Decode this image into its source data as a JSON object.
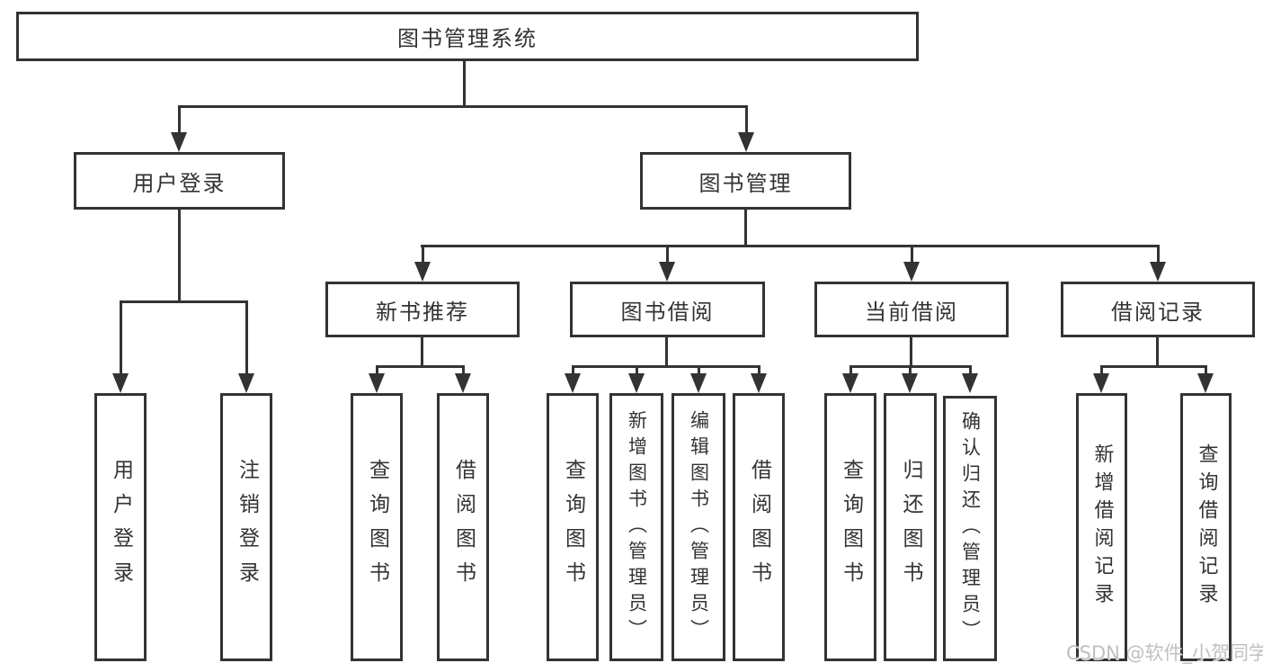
{
  "diagram_type": "hierarchy-tree",
  "colors": {
    "line": "#333333",
    "text": "#333333",
    "watermark": "#c0c0c0",
    "background": "#ffffff"
  },
  "tree": {
    "label": "图书管理系统",
    "children": [
      {
        "label": "用户登录",
        "children": [
          {
            "label": "用户登录"
          },
          {
            "label": "注销登录"
          }
        ]
      },
      {
        "label": "图书管理",
        "children": [
          {
            "label": "新书推荐",
            "children": [
              {
                "label": "查询图书"
              },
              {
                "label": "借阅图书"
              }
            ]
          },
          {
            "label": "图书借阅",
            "children": [
              {
                "label": "查询图书"
              },
              {
                "label": "新增图书（管理员）"
              },
              {
                "label": "编辑图书（管理员）"
              },
              {
                "label": "借阅图书"
              }
            ]
          },
          {
            "label": "当前借阅",
            "children": [
              {
                "label": "查询图书"
              },
              {
                "label": "归还图书"
              },
              {
                "label": "确认归还（管理员）"
              }
            ]
          },
          {
            "label": "借阅记录",
            "children": [
              {
                "label": "新增借阅记录"
              },
              {
                "label": "查询借阅记录"
              }
            ]
          }
        ]
      }
    ]
  },
  "watermark": {
    "text": "CSDN @软件_小贺同学"
  }
}
